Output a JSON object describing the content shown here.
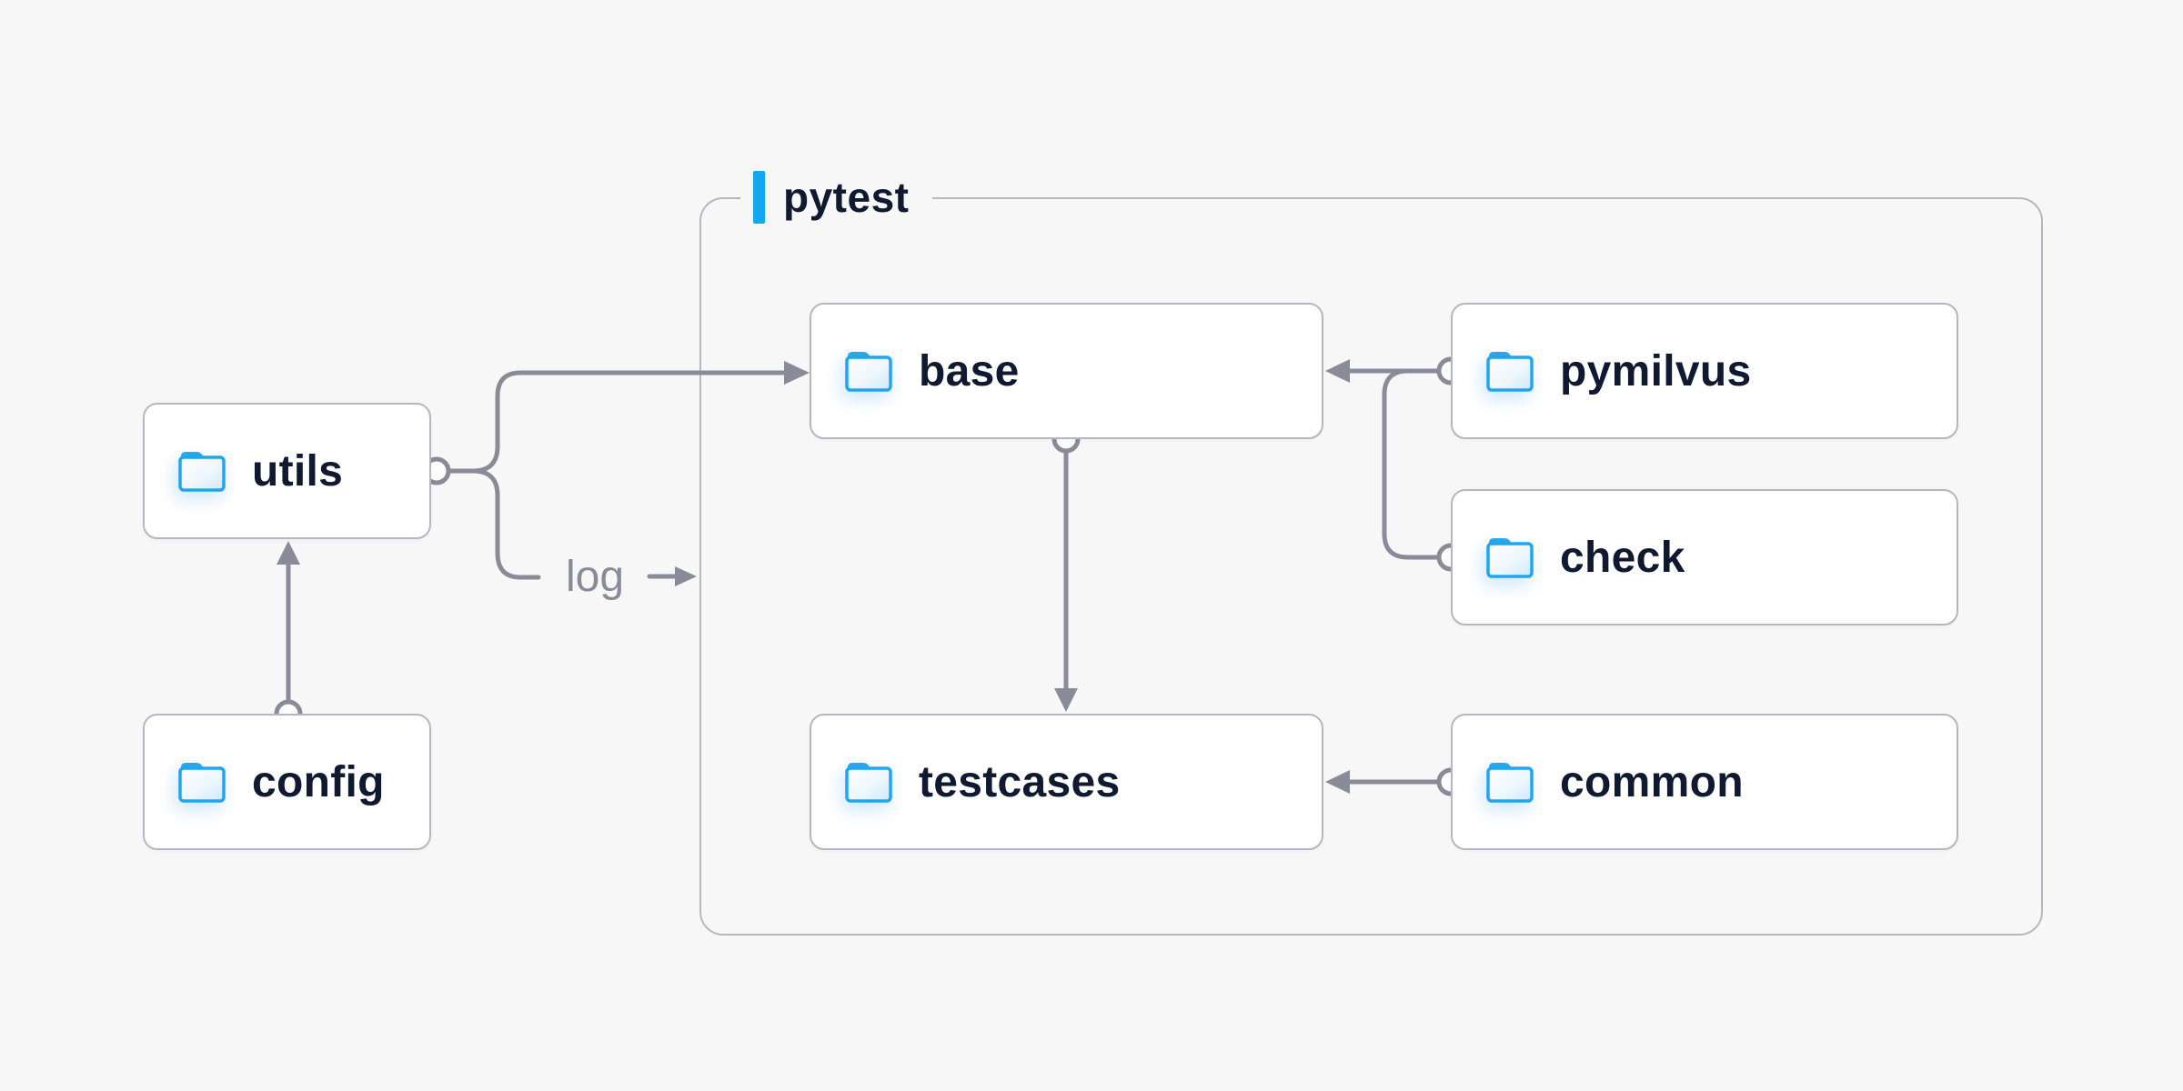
{
  "container": {
    "label": "pytest"
  },
  "nodes": {
    "utils": {
      "label": "utils"
    },
    "config": {
      "label": "config"
    },
    "base": {
      "label": "base"
    },
    "testcases": {
      "label": "testcases"
    },
    "pymilvus": {
      "label": "pymilvus"
    },
    "check": {
      "label": "check"
    },
    "common": {
      "label": "common"
    }
  },
  "edge_labels": {
    "log": "log"
  },
  "edges": [
    {
      "from": "utils",
      "to": "base"
    },
    {
      "from": "utils",
      "to": "log-output"
    },
    {
      "from": "config",
      "to": "utils"
    },
    {
      "from": "pymilvus",
      "to": "base"
    },
    {
      "from": "check",
      "to": "base"
    },
    {
      "from": "base",
      "to": "testcases"
    },
    {
      "from": "common",
      "to": "testcases"
    }
  ],
  "icons": {
    "node_icon": "folder-icon"
  },
  "colors": {
    "background": "#f7f7f8",
    "node_background": "#ffffff",
    "border_gray": "#b6b6c2",
    "line_gray": "#8a8b99",
    "text_navy": "#0f1a30",
    "accent_blue": "#14a7f2",
    "folder_border_blue": "#1ea7f0",
    "folder_tab_blue": "#2aa7ea",
    "folder_fill_light": "#cfe9fa"
  }
}
